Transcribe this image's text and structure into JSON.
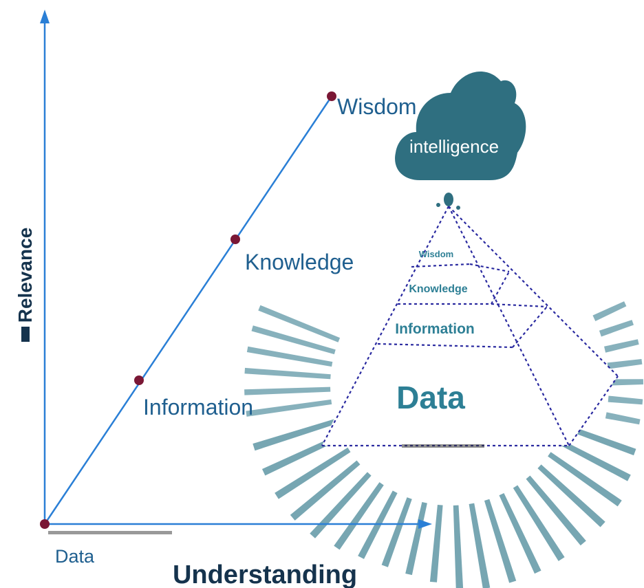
{
  "axes": {
    "y_label": "Relevance",
    "x_label": "Understanding"
  },
  "ladder": {
    "points": [
      {
        "label": "Data"
      },
      {
        "label": "Information"
      },
      {
        "label": "Knowledge"
      },
      {
        "label": "Wisdom"
      }
    ]
  },
  "cloud": {
    "label": "intelligence"
  },
  "pyramid": {
    "layers": [
      {
        "label": "Wisdom"
      },
      {
        "label": "Knowledge"
      },
      {
        "label": "Information"
      },
      {
        "label": "Data"
      }
    ]
  },
  "colors": {
    "axis": "#2a7fd6",
    "ladder_text": "#1f5f8f",
    "dot": "#7a1735",
    "cloud": "#2f6f80",
    "pyramid_text": "#2d7f95",
    "pyramid_line": "#2a2aa0",
    "rays": "#5f97a5",
    "dark_text": "#15334d"
  }
}
